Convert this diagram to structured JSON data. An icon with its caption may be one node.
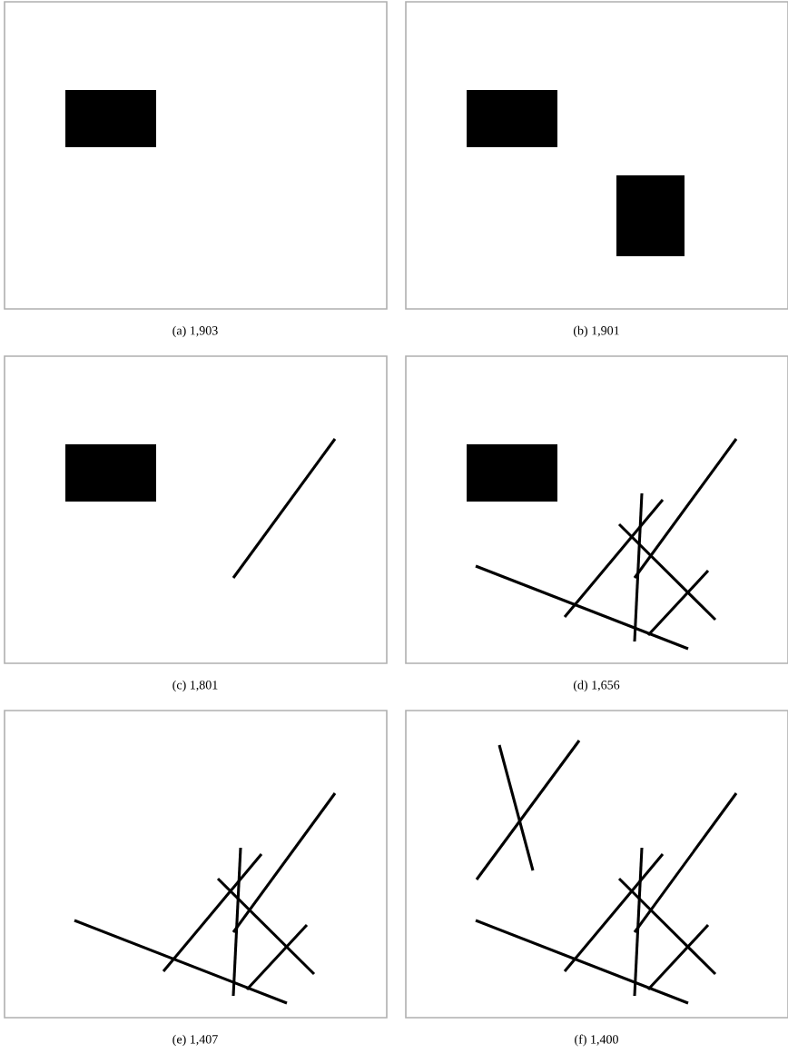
{
  "diagram": {
    "labels": [
      "(a) 1,903",
      "(b) 1,901",
      "(c) 1,801",
      "(d) 1,656",
      "(e) 1,407",
      "(f) 1,400"
    ]
  }
}
